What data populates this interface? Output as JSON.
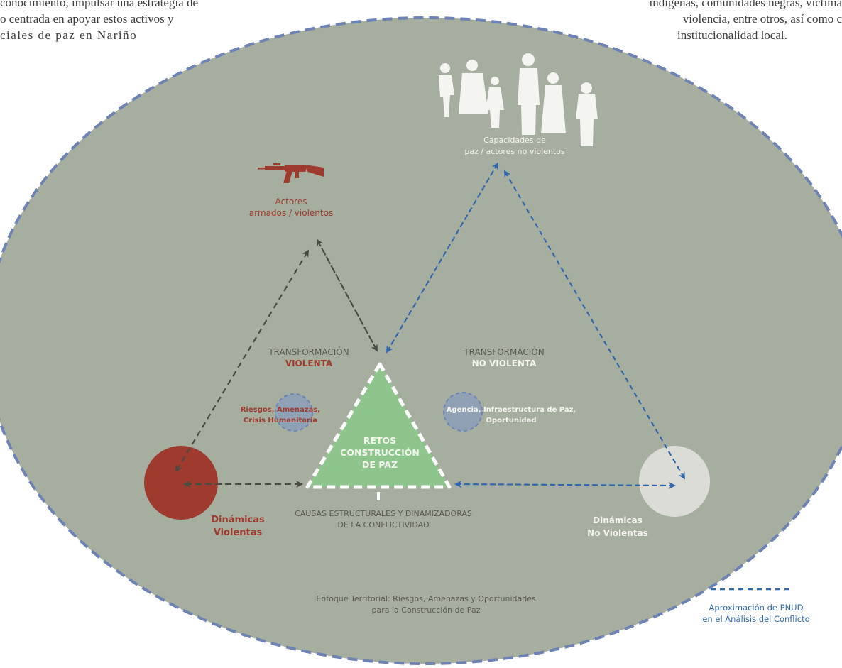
{
  "top_text": {
    "left_lines": [
      "conocimiento, impulsar una estrategia de",
      "o centrada en apoyar estos activos y",
      "ciales de paz en Nariño"
    ],
    "right_lines": [
      "indígenas, comunidades negras, víctima",
      "violencia, entre otros, así como c",
      "institucionalidad local."
    ]
  },
  "nodes": {
    "actores_armados": {
      "line1": "Actores",
      "line2": "armados / violentos"
    },
    "capacidades_paz": {
      "line1": "Capacidades de",
      "line2": "paz / actores no violentos"
    },
    "dinamicas_violentas": {
      "line1": "Dinámicas",
      "line2": "Violentas"
    },
    "dinamicas_no_violentas": {
      "line1": "Dinámicas",
      "line2": "No Violentas"
    }
  },
  "center_triangle": {
    "line1": "RETOS",
    "line2": "CONSTRUCCIÓN",
    "line3": "DE PAZ"
  },
  "transformacion_violenta": {
    "line1": "TRANSFORMACIÓN",
    "line2": "VIOLENTA"
  },
  "transformacion_no_violenta": {
    "line1": "TRANSFORMACIÓN",
    "line2": "NO VIOLENTA"
  },
  "riesgos": {
    "line1": "Riesgos, Amenazas,",
    "line2": "Crisis Humanitaria"
  },
  "agencia": {
    "line1": "Agencia, Infraestructura de Paz,",
    "line2": "Oportunidad"
  },
  "causas": {
    "line1": "CAUSAS ESTRUCTURALES Y DINAMIZADORAS",
    "line2": "DE LA CONFLICTIVIDAD"
  },
  "enfoque": {
    "line1": "Enfoque Territorial: Riesgos, Amenazas y Oportunidades",
    "line2": "para la Construcción de Paz"
  },
  "legend": {
    "line1": "Aproximación de PNUD",
    "line2": "en el Análisis del Conflicto"
  },
  "colors": {
    "ellipse_fill": "#a6ae9f",
    "ellipse_border": "#6d83b5",
    "violent_red": "#9e3b2e",
    "pnud_blue": "#2f67ad",
    "dark_arrow": "#4a4a44",
    "triangle_green": "#8dc58c",
    "white_circle": "#dcdcd6"
  }
}
